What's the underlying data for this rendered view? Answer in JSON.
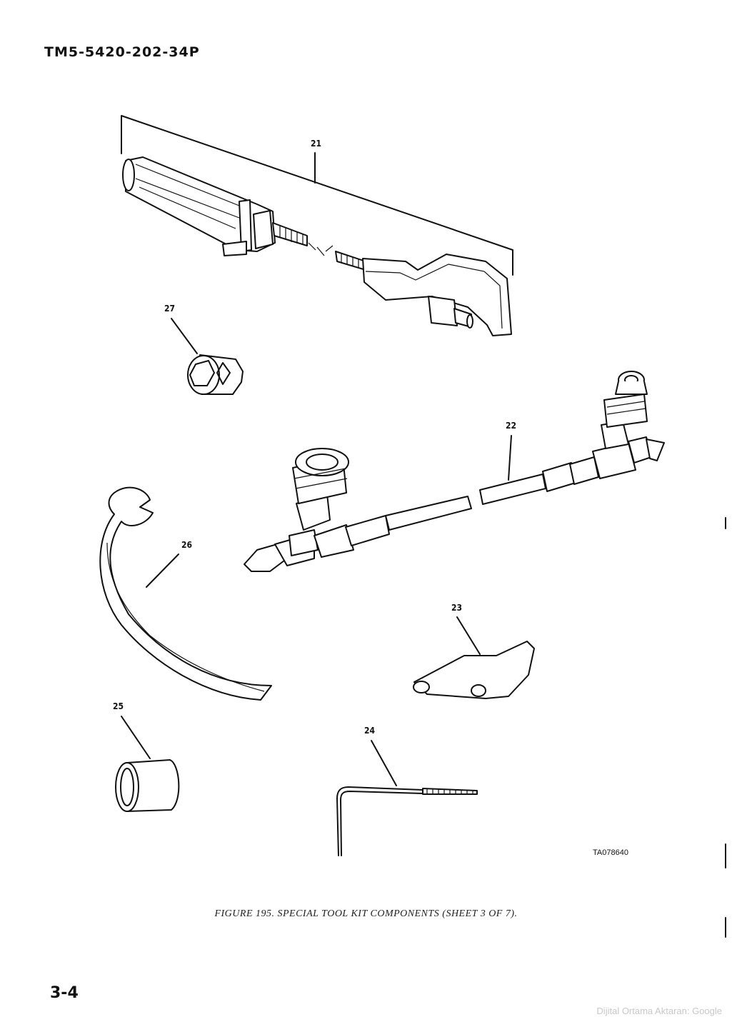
{
  "header": {
    "doc_id": "TM5-5420-202-34P"
  },
  "callouts": {
    "c21": "21",
    "c22": "22",
    "c23": "23",
    "c24": "24",
    "c25": "25",
    "c26": "26",
    "c27": "27"
  },
  "figure": {
    "ref_code": "TA078640",
    "caption": "FIGURE 195. SPECIAL TOOL KIT COMPONENTS (SHEET 3 OF 7)."
  },
  "footer": {
    "page_number": "3-4",
    "watermark": "Dijital Ortama Aktaran: Google"
  }
}
